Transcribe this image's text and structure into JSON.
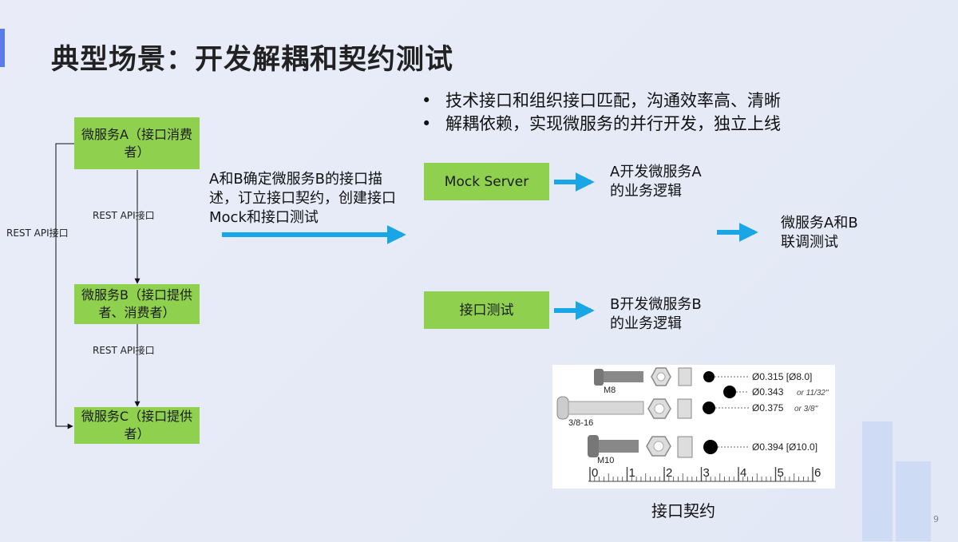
{
  "slide": {
    "title": "典型场景：开发解耦和契约测试",
    "page_number": "9",
    "bullets": [
      "技术接口和组织接口匹配，沟通效率高、清晰",
      "解耦依赖，实现微服务的并行开发，独立上线"
    ],
    "services": {
      "a": "微服务A（接口消费者）",
      "b": "微服务B（接口提供者、消费者）",
      "c": "微服务C（接口提供者）"
    },
    "rest_label": "REST API接口",
    "contract_desc": "A和B确定微服务B的接口描述，订立接口契约，创建接口Mock和接口测试",
    "mock_server": "Mock Server",
    "interface_test": "接口测试",
    "a_dev": "A开发微服务A的业务逻辑",
    "b_dev": "B开发微服务B的业务逻辑",
    "joint_test": "微服务A和B联调测试",
    "caption": "接口契约",
    "bolts": {
      "labels": [
        "M8",
        "3/8-16",
        "M10"
      ],
      "dims": [
        "Ø0.315 [Ø8.0]",
        "Ø0.343",
        "Ø0.375",
        "Ø0.394 [Ø10.0]"
      ],
      "dim_alt": [
        "or 11/32\"",
        "or 3/8\""
      ],
      "ruler": [
        "0",
        "1",
        "2",
        "3",
        "4",
        "5",
        "6"
      ]
    },
    "colors": {
      "green_box": "#8fd14f",
      "arrow": "#19a6e6",
      "accent": "#5b7be6"
    }
  }
}
